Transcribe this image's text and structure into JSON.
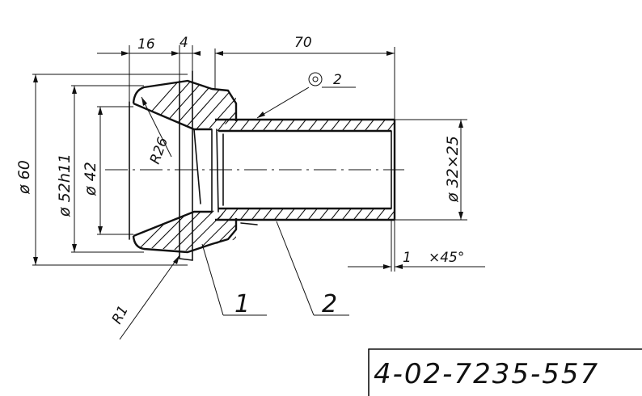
{
  "drawing": {
    "dimensions": {
      "width_16": "16",
      "width_4": "4",
      "length_70": "70",
      "dia_60": "ø 60",
      "dia_52": "ø 52h11",
      "dia_42": "ø 42",
      "dia_32": "ø 32×25",
      "radius_26": "R26",
      "radius_1": "R1",
      "chamfer_size": "1",
      "chamfer_angle": "×45°",
      "weld_symbol": "2"
    },
    "parts": {
      "part_1": "1",
      "part_2": "2"
    },
    "document_number": "4-02-7235-557"
  }
}
